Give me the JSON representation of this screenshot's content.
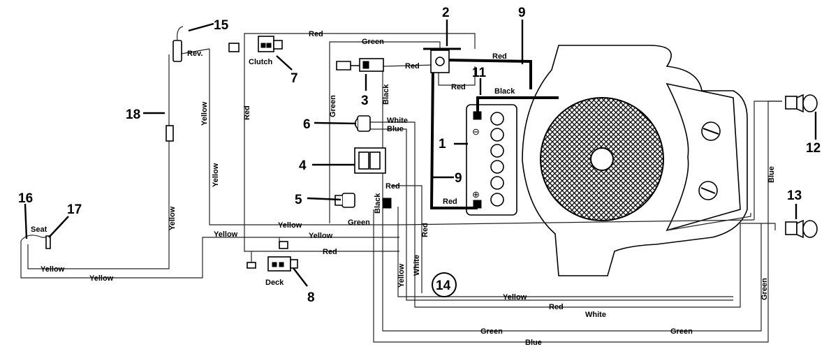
{
  "diagram": {
    "callouts": [
      "1",
      "2",
      "3",
      "4",
      "5",
      "6",
      "7",
      "8",
      "9",
      "9",
      "11",
      "12",
      "13",
      "14",
      "15",
      "16",
      "17",
      "18"
    ],
    "component_labels": {
      "rev": "Rev.",
      "clutch": "Clutch",
      "seat": "Seat",
      "deck": "Deck"
    },
    "wires": {
      "red": "Red",
      "green": "Green",
      "yellow": "Yellow",
      "black": "Black",
      "white": "White",
      "blue": "Blue"
    },
    "terminals": {
      "neg": "⊖",
      "pos": "⊕"
    }
  }
}
